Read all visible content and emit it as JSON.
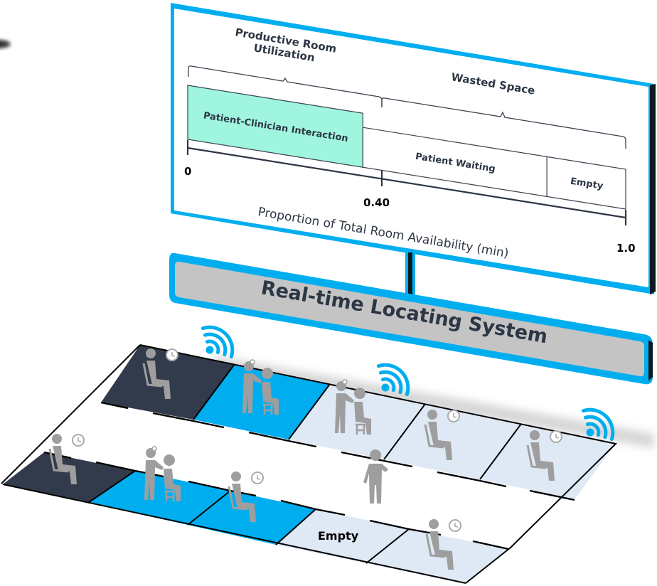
{
  "panel": {
    "productive_label_line1": "Productive Room",
    "productive_label_line2": "Utilization",
    "wasted_label": "Wasted Space",
    "axis_label": "Proportion of Total Room Availability (min)",
    "ticks": [
      "0",
      "0.40",
      "1.0"
    ]
  },
  "chart_data": {
    "type": "bar",
    "orientation": "horizontal-stacked",
    "xlabel": "Proportion of Total Room Availability (min)",
    "xlim": [
      0,
      1.0
    ],
    "tick_labels": [
      "0",
      "0.40",
      "1.0"
    ],
    "segments": [
      {
        "name": "Patient-Clinician Interaction",
        "start": 0,
        "end": 0.4,
        "group": "Productive Room Utilization"
      },
      {
        "name": "Patient Waiting",
        "start": 0.4,
        "end": 0.82,
        "group": "Wasted Space"
      },
      {
        "name": "Empty",
        "start": 0.82,
        "end": 1.0,
        "group": "Wasted Space"
      }
    ],
    "groups": [
      "Productive Room Utilization",
      "Wasted Space"
    ]
  },
  "banner": {
    "label": "Real-time Locating System"
  },
  "floor": {
    "empty_label": "Empty",
    "rooms_top": [
      "waiting",
      "interaction",
      "interaction",
      "waiting",
      "waiting"
    ],
    "rooms_bottom": [
      "waiting",
      "interaction",
      "waiting",
      "empty",
      "waiting"
    ]
  },
  "colors": {
    "accent_blue": "#00aeef",
    "interaction_green": "#9ff5de",
    "dark_room": "#323b4b",
    "light_room": "#dfe9f5",
    "banner_gray": "#c5c5c5",
    "figure_gray": "#9e9e9e"
  }
}
